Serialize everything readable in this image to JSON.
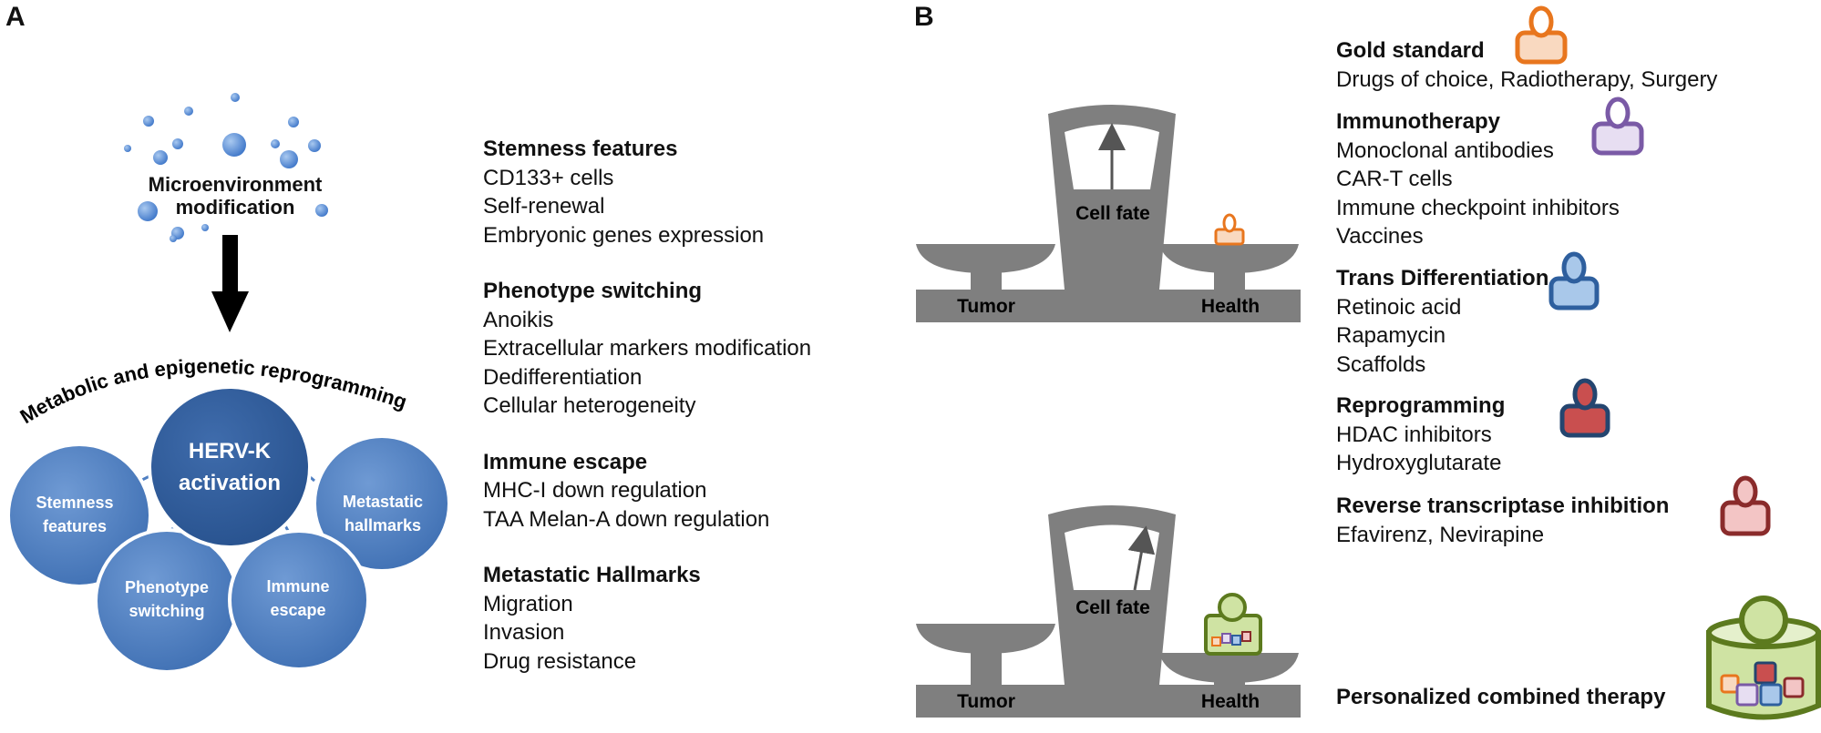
{
  "panel_a": {
    "letter": "A",
    "microenvironment": [
      "Microenvironment",
      "modification"
    ],
    "arc_label": "Metabolic and epigenetic reprogramming",
    "center": [
      "HERV-K",
      "activation"
    ],
    "circles": {
      "stemness": [
        "Stemness",
        "features"
      ],
      "metastatic": [
        "Metastatic",
        "hallmarks"
      ],
      "phenotype": [
        "Phenotype",
        "switching"
      ],
      "immune": [
        "Immune",
        "escape"
      ]
    },
    "sections": [
      {
        "title": "Stemness features",
        "items": [
          "CD133+ cells",
          "Self-renewal",
          "Embryonic genes expression"
        ]
      },
      {
        "title": "Phenotype switching",
        "items": [
          "Anoikis",
          "Extracellular markers modification",
          "Dedifferentiation",
          "Cellular heterogeneity"
        ]
      },
      {
        "title": "Immune escape",
        "items": [
          "MHC-I down regulation",
          "TAA Melan-A down regulation"
        ]
      },
      {
        "title": "Metastatic Hallmarks",
        "items": [
          "Migration",
          "Invasion",
          "Drug resistance"
        ]
      }
    ]
  },
  "panel_b": {
    "letter": "B",
    "scale_top": {
      "dial": "Cell fate",
      "left": "Tumor",
      "right": "Health"
    },
    "scale_bottom": {
      "dial": "Cell fate",
      "left": "Tumor",
      "right": "Health"
    },
    "therapies": [
      {
        "title": "Gold standard",
        "items": [
          "Drugs of choice, Radiotherapy, Surgery"
        ],
        "color": "#e8761e",
        "fill": "#f9d9c0"
      },
      {
        "title": "Immunotherapy",
        "items": [
          "Monoclonal antibodies",
          "CAR-T cells",
          "Immune checkpoint inhibitors",
          "Vaccines"
        ],
        "color": "#7a5aa6",
        "fill": "#e7def2"
      },
      {
        "title": "Trans Differentiation",
        "items": [
          "Retinoic acid",
          "Rapamycin",
          "Scaffolds"
        ],
        "color": "#2e5f9e",
        "fill": "#a9c8ea"
      },
      {
        "title": "Reprogramming",
        "items": [
          "HDAC inhibitors",
          "Hydroxyglutarate"
        ],
        "color": "#24456f",
        "fill": "#c94f4f"
      },
      {
        "title": "Reverse transcriptase inhibition",
        "items": [
          "Efavirenz, Nevirapine"
        ],
        "color": "#8a2b2b",
        "fill": "#f3c5c5"
      }
    ],
    "combined": "Personalized combined therapy",
    "combined_color": "#5c7a1e",
    "combined_fill": "#cfe3a3"
  }
}
